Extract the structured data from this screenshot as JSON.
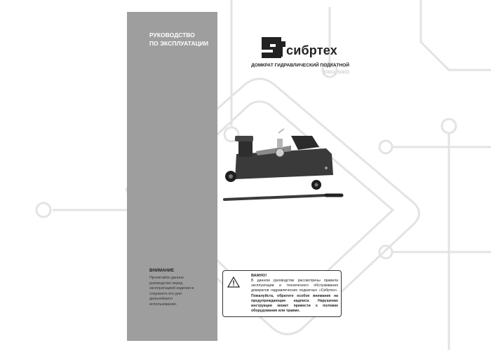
{
  "cover": {
    "sidebar_title_lines": [
      "РУКОВОДСТВО",
      "ПО ЭКСПЛУАТАЦИИ"
    ],
    "brand_name": "сибртех",
    "product_title": "ДОМКРАТ ГИДРАВЛИЧЕСКИЙ ПОДКАТНОЙ",
    "product_codes": "50832, 50833",
    "sidebar_note_heading": "ВНИМАНИЕ",
    "sidebar_note_text": "Прочитайте данное руководство перед эксплуатацией изделия и сохраните его для дальнейшего использования.",
    "warning_heading": "ВАЖНО!",
    "warning_text": "В данном руководстве рассмотрены правила эксплуатации и технического обслуживания домкратов гидравлических подкатных «Сибртех».",
    "warning_text_bold": "Пожалуйста, обратите особое внимание на предупреждающие надписи. Нарушение инструкции может привести к поломке оборудования или травме."
  },
  "colors": {
    "sidebar": "#9e9e9e",
    "jack_body": "#3a3a3a",
    "watermark": "#e3e3e3"
  },
  "icons": [
    "brand-logo-icon",
    "warning-triangle-icon",
    "watermark-shield-icon"
  ]
}
